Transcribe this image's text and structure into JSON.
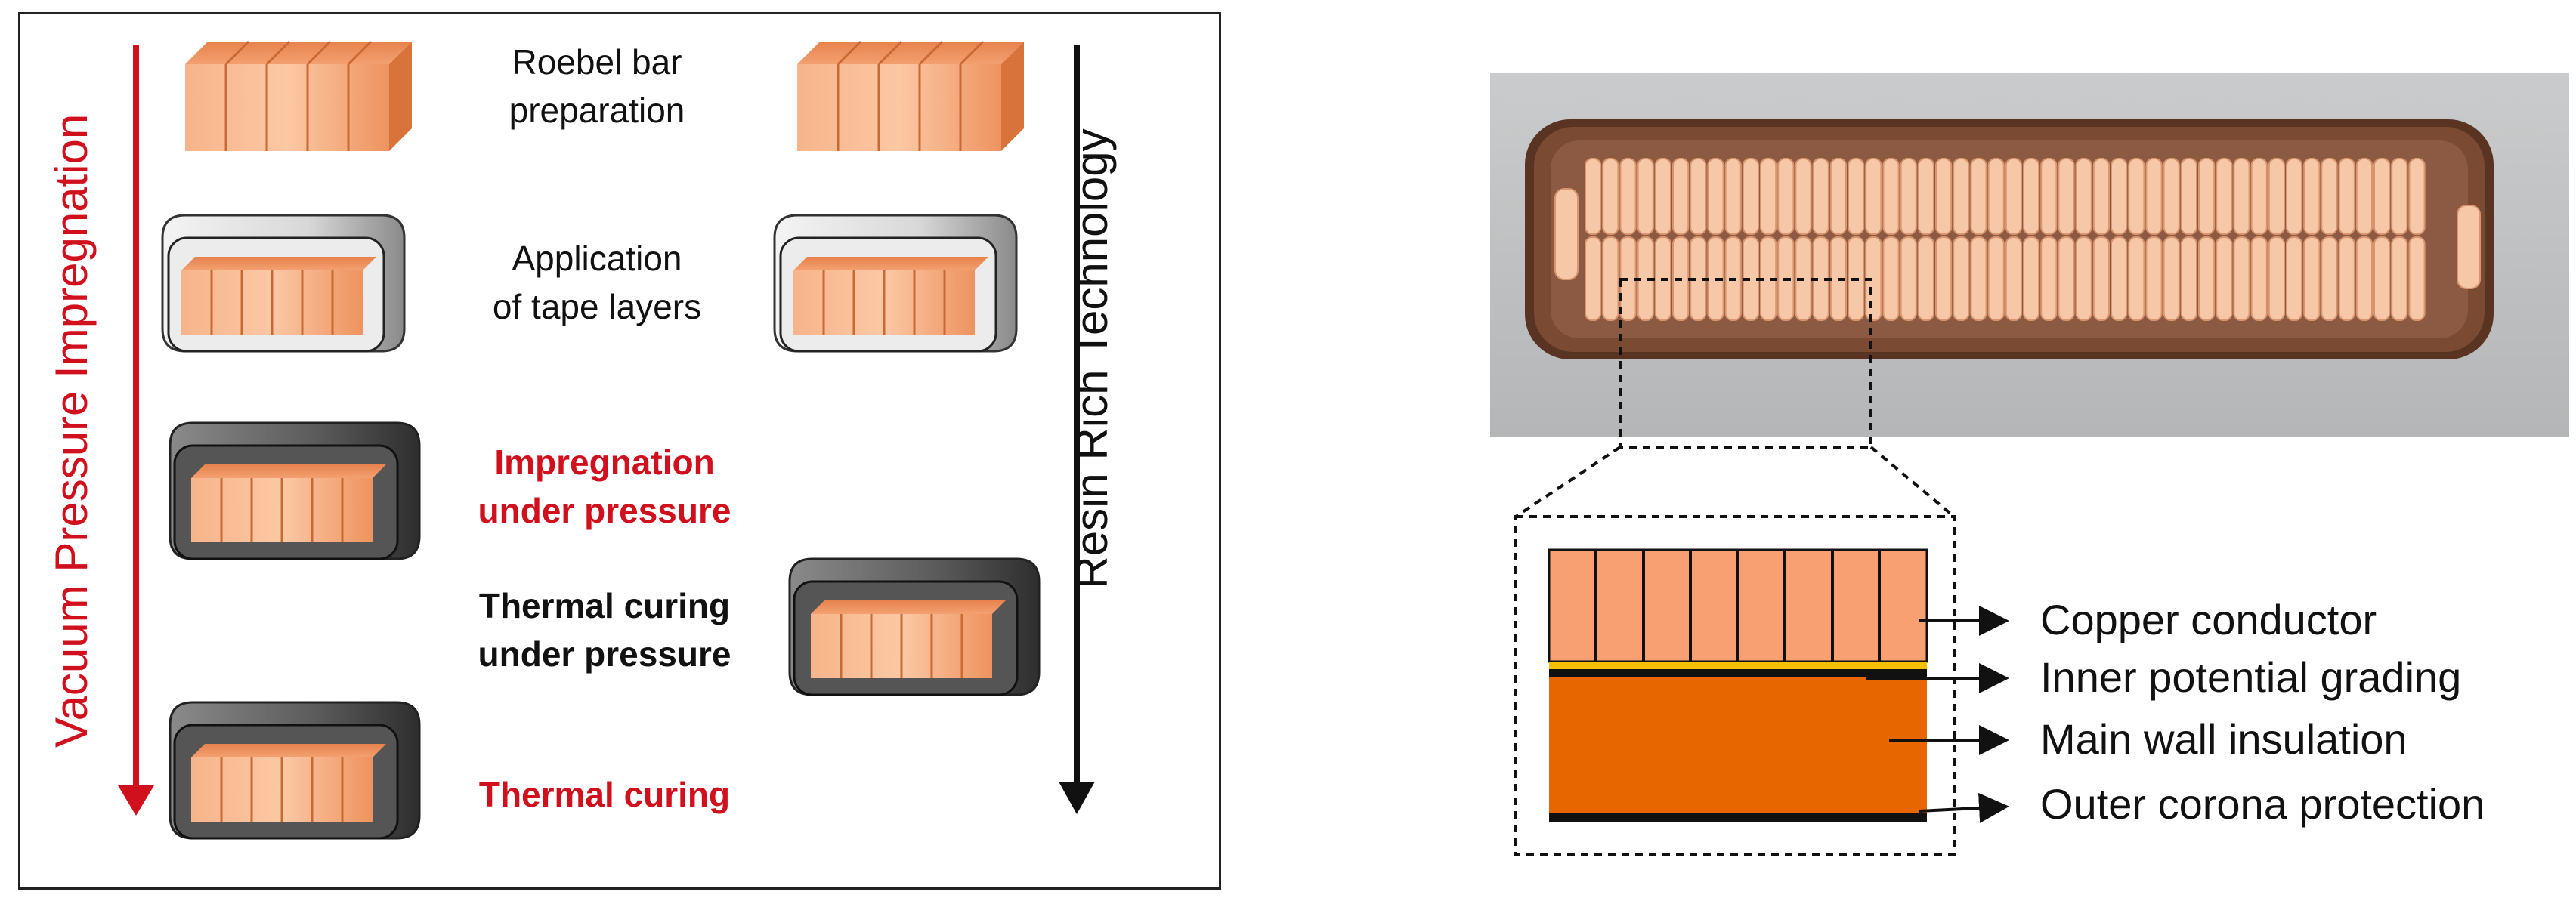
{
  "left_panel": {
    "left_axis_label": "Vacuum Pressure Impregnation",
    "right_axis_label": "Resin Rich Technology",
    "steps": [
      {
        "label_line1": "Roebel bar",
        "label_line2": "preparation"
      },
      {
        "label_line1": "Application",
        "label_line2": "of tape layers"
      },
      {
        "label_line1": "Impregnation",
        "label_line2": "under pressure"
      },
      {
        "label_line1": "Thermal curing",
        "label_line2": "under pressure"
      },
      {
        "label_line1": "Thermal curing",
        "label_line2": ""
      }
    ],
    "colors": {
      "vpi": "#d0101c",
      "rr": "#111111",
      "copper": "#f3a071"
    }
  },
  "right_panel": {
    "layers": [
      {
        "label": "Copper conductor",
        "color": "#f8a072"
      },
      {
        "label": "Inner potential grading",
        "color": "#f5c000"
      },
      {
        "label": "Main wall insulation",
        "color": "#e86600"
      },
      {
        "label": "Outer corona protection",
        "color": "#111111"
      }
    ]
  }
}
